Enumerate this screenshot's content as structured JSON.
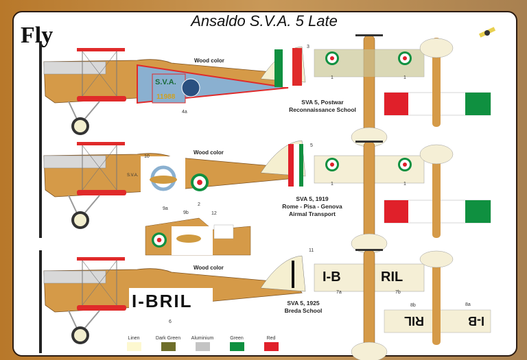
{
  "title": "Ansaldo S.V.A. 5 Late",
  "logo": "Fly",
  "wood_label": "Wood color",
  "schemes": [
    {
      "caption_lines": [
        "SVA 5, Postwar",
        "Reconnaissance School"
      ],
      "decal_text": [
        "S.V.A.",
        "11988"
      ],
      "callouts": [
        "3",
        "4a",
        "1",
        "1"
      ]
    },
    {
      "caption_lines": [
        "SVA 5, 1919",
        "Rome - Pisa - Genova",
        "Airmal Transport"
      ],
      "callouts": [
        "10",
        "5",
        "9a",
        "2",
        "9b",
        "12",
        "1",
        "1"
      ],
      "decal_text": [
        "S.V.A."
      ]
    },
    {
      "caption_lines": [
        "SVA 5, 1925",
        "Breda School"
      ],
      "registration": "I-BRIL",
      "wing_left": "I-B",
      "wing_right": "RIL",
      "callouts": [
        "11",
        "6",
        "7a",
        "7b",
        "8b",
        "8a"
      ]
    }
  ],
  "legend": [
    {
      "label": "Linen",
      "color": "#fdf8d0"
    },
    {
      "label": "Dark Green",
      "color": "#6e6e2a"
    },
    {
      "label": "Aluminium",
      "color": "#c4c4c4"
    },
    {
      "label": "Green",
      "color": "#0f9040"
    },
    {
      "label": "Red",
      "color": "#e0202a"
    }
  ]
}
